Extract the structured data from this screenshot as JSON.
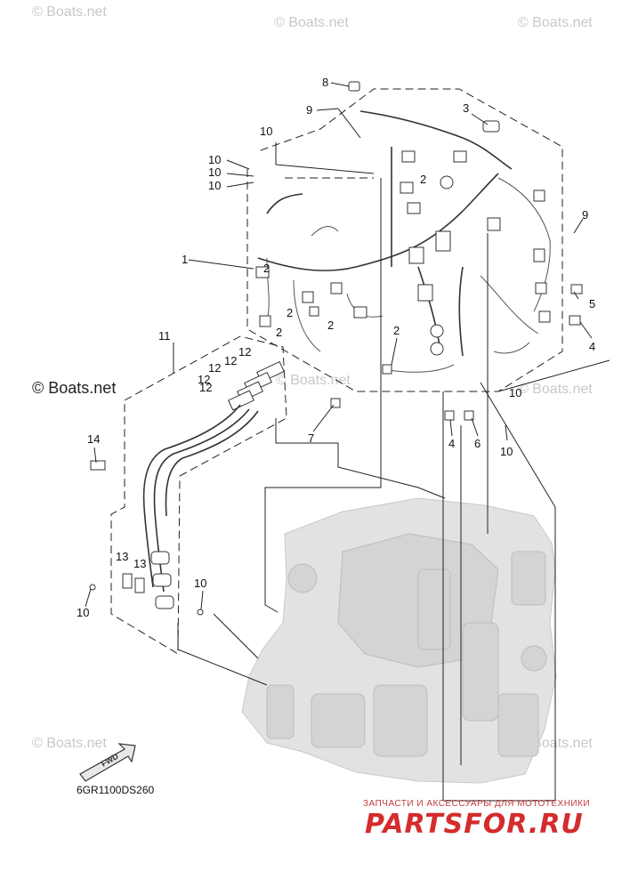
{
  "watermarks": {
    "top_left": "© Boats.net",
    "top_center": "© Boats.net",
    "top_right": "© Boats.net",
    "mid_left": "© Boats.net",
    "mid_center": "© Boats.net",
    "mid_right": "© Boats.net",
    "bottom_left": "© Boats.net",
    "bottom_right": "© Boats.net"
  },
  "callouts": {
    "c1": "1",
    "c2a": "2",
    "c2b": "2",
    "c2c": "2",
    "c2d": "2",
    "c2e": "2",
    "c2f": "2",
    "c3": "3",
    "c4a": "4",
    "c4b": "4",
    "c5": "5",
    "c6": "6",
    "c7": "7",
    "c8": "8",
    "c9a": "9",
    "c9b": "9",
    "c10a": "10",
    "c10b": "10",
    "c10c": "10",
    "c10d": "10",
    "c10e": "10",
    "c10f": "10",
    "c10g": "10",
    "c10h": "10",
    "c11": "11",
    "c12a": "12",
    "c12b": "12",
    "c12c": "12",
    "c12d": "12",
    "c12e": "12",
    "c13a": "13",
    "c13b": "13",
    "c14": "14"
  },
  "fwd_label": "FWD",
  "diagram_code": "6GR1100DS260",
  "brand": {
    "tagline": "ЗАПЧАСТИ И АКСЕССУАРЫ ДЛЯ МОТОТЕХНИКИ",
    "logo": "PARTSFOR.RU",
    "accent": "#d42c2c"
  }
}
